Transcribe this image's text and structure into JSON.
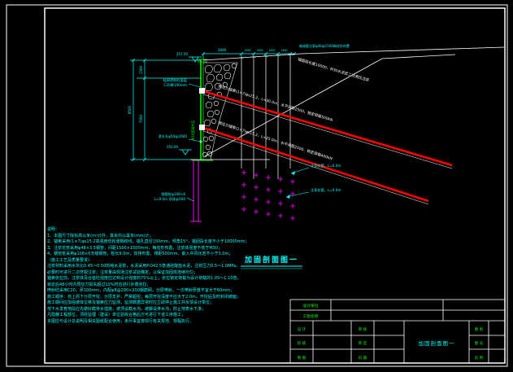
{
  "palette": {
    "background": "#000000",
    "frame_white": "#ffffff",
    "dim_cyan": "#00ffff",
    "structure_green": "#00ff00",
    "anchor_red": "#ff0000",
    "grout_magenta": "#ff00ff"
  },
  "drawing": {
    "main_title": "加固剖面图一",
    "elev_top": "257.50",
    "elev_base": "250.00"
  },
  "dims": {
    "top_seg0": "3000",
    "top_seg1": "1500",
    "top_seg2": "1500",
    "top_seg3": "1500",
    "top_seg4": "1500",
    "left_top": "1500",
    "left_bottom": "7000",
    "left_total": "8500"
  },
  "labels": {
    "shotcrete_line1": "挂网喷射砼面层",
    "shotcrete_line2": "C20厚100mm",
    "masonry": "M10浆砌片石",
    "weephole": "泄水孔φ50@2000",
    "pile_line1": "钢管桩φ108×6",
    "pile_line2": "L=9.0m 双排@500",
    "grout_top": "袖阀管注浆φ48@1500梅花形布置",
    "grout_short": "注浆花管，L=6.0m",
    "grout_long": "注浆花管，L=9.0m",
    "anchor_upper": "预应力锚索(1×7)φs15.2，L=30.0m，水平间距2500，锁定荷载500kN",
    "anchor_lower": "预应力锚索(1×7)φs15.2，L=25.0m，水平间距2500，锁定荷载400kN",
    "anchor_bond": "锚固段长度10000，M30水泥浆二次高压注浆"
  },
  "notes": {
    "lines": [
      "说明：",
      "1、本图尺寸除标高以米(m)计外，其余均以毫米(mm)计；",
      "2、锚索采用(1×7)φs15.2高强度低松弛钢绞线，锚孔直径150mm，倾角15°，锚固段长度不小于10000mm；",
      "3、注浆花管采用φ48×3.5钢管，间距1500×1500mm，梅花形布置，注浆体强度不低于M30；",
      "4、钢管桩采用φ108×6无缝钢管，桩长9.0m，双排布置，排距500mm，嵌入中风化岩不小于3.0m；",
      "（施工工艺及质量要求）",
      "注浆材料采用水灰比0.45～0.50的纯水泥浆，水泥采用P.O42.5普通硅酸盐水泥，注浆压力0.5～1.0MPa，",
      "必要时可进行二次劈裂注浆；注浆量由现场注浆试验确定，以保证加固体连续均匀；",
      "锚索张拉前，注浆体及台座砼强度应达到设计强度的75%以上；张拉锁定荷载为设计荷载的1.05～1.10倍，",
      "锁定后48小时内预应力损失超过10%时应进行补偿张拉；",
      "喷射砼采用C20，厚100mm，内配φ8@200×200钢筋网，分层喷射，一次喷射厚度不宜大于60mm；",
      "施工顺序：自上而下分层开挖、分层支护，严禁超挖；每层开挖深度不应大于2.0m，开挖后及时封闭坡面；",
      "施工期间应加强坡体位移及锚索应力监测，监测数据异常时应立即停止施工并反馈设计单位；",
      "地下水发育地段应先做好截排水措施，坡顶设截水沟，坡脚设排水沟，防止地表水下渗；",
      "凡隐蔽工程部位，须经监理（建设）单位验收合格后方可进行下道工序施工；",
      "本图应与设计总说明及相关图纸配合使用，未尽事宜按现行有关规范、规程执行。"
    ]
  },
  "titleblock": {
    "design_unit": "设计单位",
    "project_name": "工程名称",
    "col1": [
      "设 计",
      "校 核",
      "制 图"
    ],
    "col2": [
      "审 核",
      "审 定",
      "日 期"
    ],
    "col3": [
      "图 别",
      "图 号",
      "比 例"
    ],
    "drawing_title": "加固剖面图一"
  }
}
